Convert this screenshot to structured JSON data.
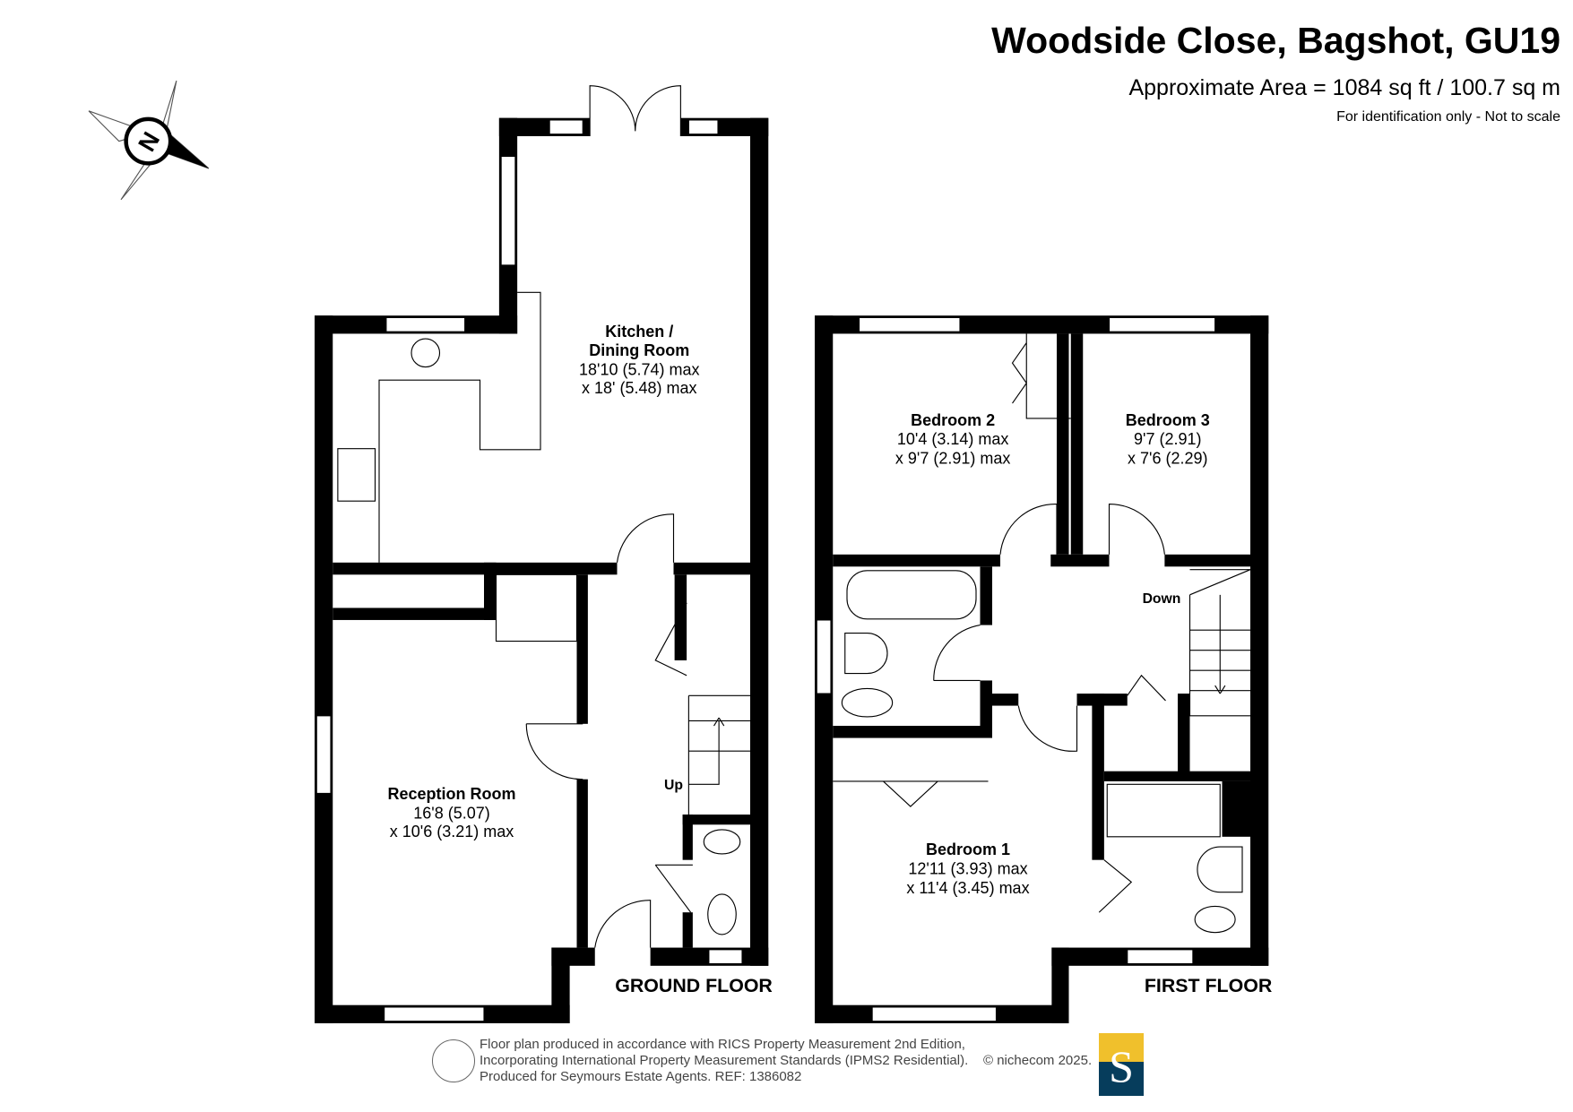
{
  "header": {
    "title": "Woodside Close, Bagshot, GU19",
    "area": "Approximate Area = 1084 sq ft / 100.7 sq m",
    "note": "For identification only - Not to scale"
  },
  "compass": {
    "label": "N",
    "icon": "compass-icon"
  },
  "ground_floor": {
    "label": "GROUND FLOOR",
    "stairs_label": "Up",
    "rooms": [
      {
        "name": "Kitchen /",
        "name2": "Dining Room",
        "dim1": "18'10 (5.74) max",
        "dim2": "x 18' (5.48) max"
      },
      {
        "name": "Reception Room",
        "dim1": "16'8 (5.07)",
        "dim2": "x 10'6 (3.21) max"
      }
    ]
  },
  "first_floor": {
    "label": "FIRST FLOOR",
    "stairs_label": "Down",
    "rooms": [
      {
        "name": "Bedroom 2",
        "dim1": "10'4 (3.14) max",
        "dim2": "x 9'7 (2.91) max"
      },
      {
        "name": "Bedroom 3",
        "dim1": "9'7 (2.91)",
        "dim2": "x 7'6 (2.29)"
      },
      {
        "name": "Bedroom 1",
        "dim1": "12'11 (3.93) max",
        "dim2": "x 11'4 (3.45) max"
      }
    ]
  },
  "footer": {
    "line1": "Floor plan produced in accordance with RICS Property Measurement 2nd Edition,",
    "line2": "Incorporating International Property Measurement Standards (IPMS2 Residential).",
    "line3": "Produced for Seymours Estate Agents.   REF: 1386082",
    "copyright": "© nichecom 2025.",
    "logo_letter": "S"
  },
  "colors": {
    "logo_top": "#f0c02c",
    "logo_bottom": "#063d5c",
    "wall": "#000000"
  }
}
